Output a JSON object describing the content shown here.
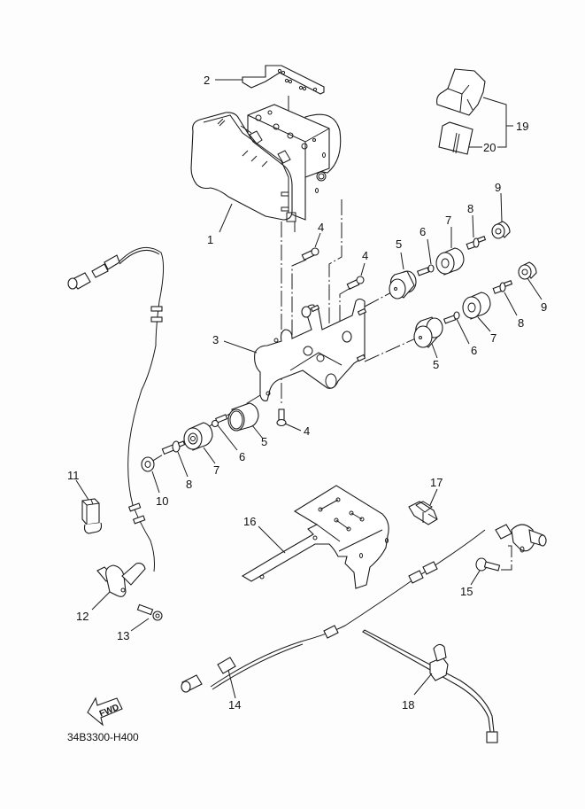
{
  "diagram": {
    "type": "exploded-parts-diagram",
    "subject": "ABS hydraulic unit assembly",
    "diagram_code": "34B3300-H400",
    "direction_marker": "FWD",
    "callouts": [
      {
        "id": "1",
        "part": "hydraulic-unit-assembly"
      },
      {
        "id": "2",
        "part": "plate"
      },
      {
        "id": "3",
        "part": "bracket"
      },
      {
        "id": "4",
        "part": "bolt"
      },
      {
        "id": "5",
        "part": "damper"
      },
      {
        "id": "6",
        "part": "bolt"
      },
      {
        "id": "7",
        "part": "collar"
      },
      {
        "id": "8",
        "part": "stud-bolt"
      },
      {
        "id": "9",
        "part": "nut"
      },
      {
        "id": "10",
        "part": "nut"
      },
      {
        "id": "11",
        "part": "coupler"
      },
      {
        "id": "12",
        "part": "front-wheel-sensor"
      },
      {
        "id": "13",
        "part": "bolt"
      },
      {
        "id": "14",
        "part": "sensor-lead"
      },
      {
        "id": "15",
        "part": "bolt"
      },
      {
        "id": "16",
        "part": "bracket"
      },
      {
        "id": "17",
        "part": "clamp"
      },
      {
        "id": "18",
        "part": "cable-tie"
      },
      {
        "id": "19",
        "part": "coupler-assembly"
      },
      {
        "id": "20",
        "part": "coupler-cover"
      }
    ]
  },
  "labels": {
    "l1": "1",
    "l2": "2",
    "l3": "3",
    "l4a": "4",
    "l4b": "4",
    "l4c": "4",
    "l5a": "5",
    "l5b": "5",
    "l5c": "5",
    "l6a": "6",
    "l6b": "6",
    "l6c": "6",
    "l7a": "7",
    "l7b": "7",
    "l7c": "7",
    "l8a": "8",
    "l8b": "8",
    "l8c": "8",
    "l9a": "9",
    "l9b": "9",
    "l10": "10",
    "l11": "11",
    "l12": "12",
    "l13": "13",
    "l14": "14",
    "l15": "15",
    "l16": "16",
    "l17": "17",
    "l18": "18",
    "l19": "19",
    "l20": "20"
  }
}
